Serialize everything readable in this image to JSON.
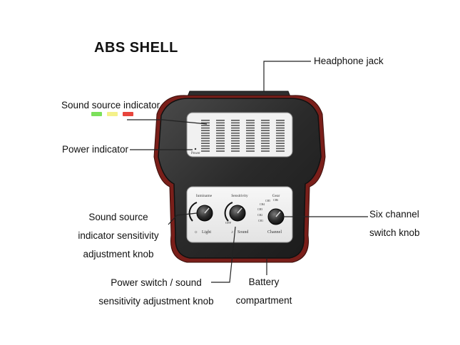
{
  "title": "ABS SHELL",
  "labels": {
    "headphone_jack": "Headphone jack",
    "sound_source_indicator": "Sound source indicator",
    "power_indicator": "Power indicator",
    "sensitivity_knob": [
      "Sound source",
      "indicator sensitivity",
      "adjustment knob"
    ],
    "power_switch": [
      "Power switch / sound",
      "sensitivity adjustment knob"
    ],
    "battery": [
      "Battery",
      "compartment"
    ],
    "channel_knob": [
      "Six channel",
      "switch knob"
    ]
  },
  "indicator_colors": [
    "#7be05a",
    "#f4f18a",
    "#e8453c"
  ],
  "device_panel": {
    "power_text": "Power",
    "knob_labels": [
      "Iuminame",
      "Sensitivity",
      "Gear"
    ],
    "knob_captions": [
      "Light",
      "Sound",
      "Channel"
    ],
    "off_text": "OFF",
    "channel_marks": [
      "CH1",
      "CH2",
      "CH3",
      "CH4",
      "CH5",
      "CH6"
    ]
  }
}
